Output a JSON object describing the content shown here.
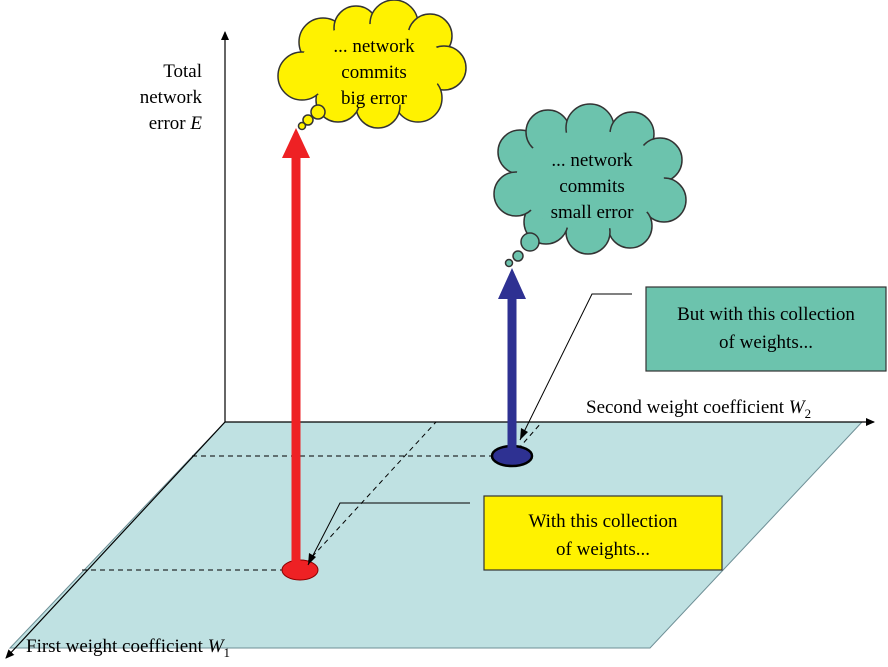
{
  "axes": {
    "z_label_lines": [
      "Total",
      "network",
      "error"
    ],
    "z_symbol": "E",
    "x_label": "Second weight coefficient",
    "x_symbol": "W",
    "x_subscript": "2",
    "y_label": "First weight coefficient",
    "y_symbol": "W",
    "y_subscript": "1"
  },
  "big_error_cloud": {
    "lines": [
      "... network",
      "commits",
      "big error"
    ]
  },
  "small_error_cloud": {
    "lines": [
      "... network",
      "commits",
      "small error"
    ]
  },
  "red_callout": {
    "lines": [
      "With this collection",
      "of weights..."
    ]
  },
  "blue_callout": {
    "lines": [
      "But with this collection",
      "of weights..."
    ]
  },
  "colors": {
    "plane": "#bfe1e2",
    "red_arrow": "#ee2124",
    "blue_arrow": "#2e3192",
    "yellow_cloud": "#fff200",
    "teal_cloud": "#6cc3ad",
    "yellow_box": "#fff200",
    "teal_box": "#6cc3ad"
  }
}
